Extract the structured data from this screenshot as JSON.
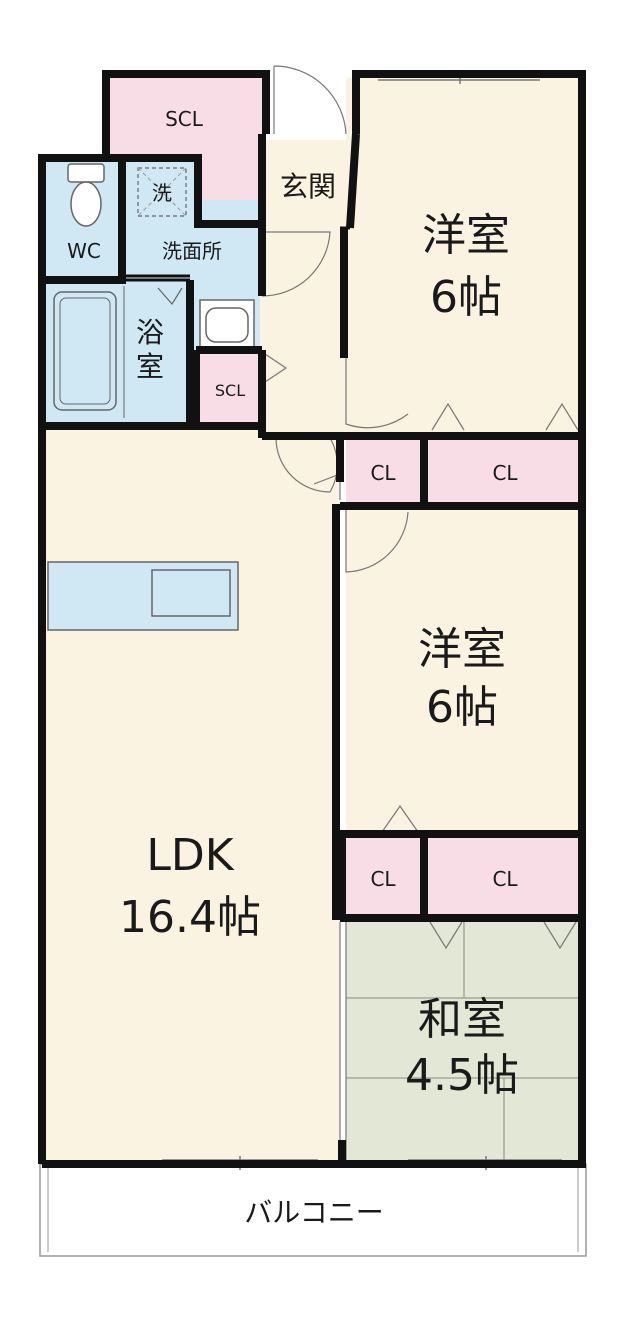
{
  "rooms": {
    "scl_top": "SCL",
    "genkan": "玄関",
    "wash_machine": "洗",
    "wc": "WC",
    "senmen": "洗面所",
    "bath_line1": "浴",
    "bath_line2": "室",
    "scl_small": "SCL",
    "youshitsu1_name": "洋室",
    "youshitsu1_size": "6帖",
    "cl_a": "CL",
    "cl_b": "CL",
    "youshitsu2_name": "洋室",
    "youshitsu2_size": "6帖",
    "cl_c": "CL",
    "cl_d": "CL",
    "ldk_name": "LDK",
    "ldk_size": "16.4帖",
    "washitsu_name": "和室",
    "washitsu_size": "4.5帖",
    "balcony": "バルコニー"
  },
  "colors": {
    "wall": "#111111",
    "floor_wood": "#fbf3e1",
    "storage_pink": "#f8dde6",
    "wet_blue": "#cfe8f4",
    "tatami_green": "#e3e8d6",
    "balcony_white": "#ffffff"
  }
}
